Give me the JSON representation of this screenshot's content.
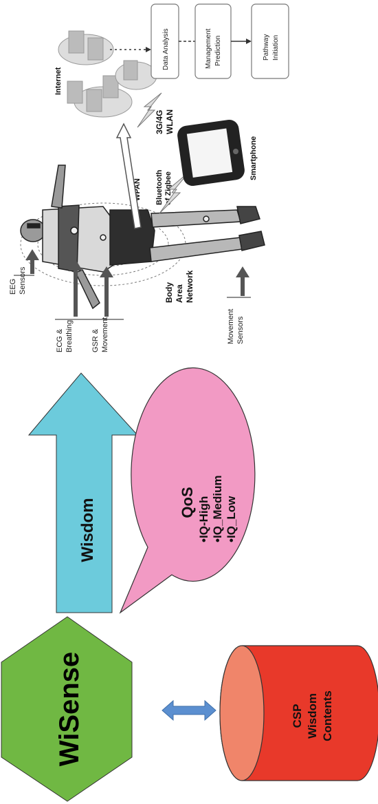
{
  "colors": {
    "hexagon": "#70b843",
    "wisdom_arrow": "#6ccbdc",
    "qos_bubble": "#f29ac4",
    "cylinder_body": "#e8392a",
    "cylinder_top": "#f0856a",
    "double_arrow": "#5b8fd0",
    "sketch_line": "#444444"
  },
  "wisense": {
    "label": "WiSense"
  },
  "wisdom_arrow": {
    "label": "Wisdom"
  },
  "qos": {
    "title": "QoS",
    "items": [
      "•IQ-High",
      "•IQ_Medium",
      "•IQ_Low"
    ]
  },
  "csp_store": {
    "lines": [
      "CSP",
      "Wisdom",
      "Contents"
    ]
  },
  "body_network": {
    "sensor_labels": {
      "eeg": [
        "EEG",
        "Sensors"
      ],
      "ecg": [
        "ECG &",
        "Breathing"
      ],
      "gsr": [
        "GSR &",
        "Movement"
      ],
      "movement": [
        "Movement",
        "Sensors"
      ]
    },
    "ban_label": [
      "Body",
      "Area",
      "Network"
    ],
    "wpan": "WPAN",
    "bluetooth": [
      "Bluetooth",
      "of Zigbee"
    ],
    "cellular": [
      "3G/4G",
      "WLAN"
    ],
    "smartphone": "Smartphone",
    "internet": "Internet",
    "pipeline": [
      [
        "Data Analysis"
      ],
      [
        "Management",
        "Prediction"
      ],
      [
        "Pathway",
        "Initiation"
      ]
    ]
  }
}
